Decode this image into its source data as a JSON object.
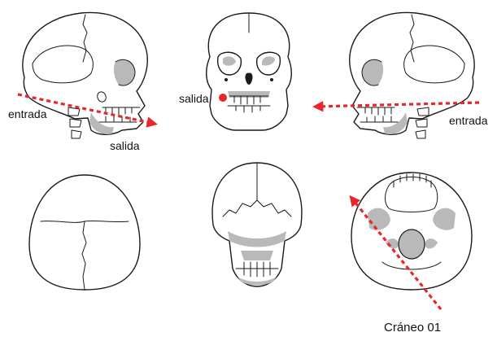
{
  "labels": {
    "entrada_left": "entrada",
    "salida_left": "salida",
    "salida_front": "salida",
    "entrada_right": "entrada",
    "caption": "Cráneo 01"
  },
  "colors": {
    "arrow": "#e8262b",
    "outline": "#1a1a1a",
    "shade": "#b9b9b9",
    "background": "#ffffff"
  }
}
